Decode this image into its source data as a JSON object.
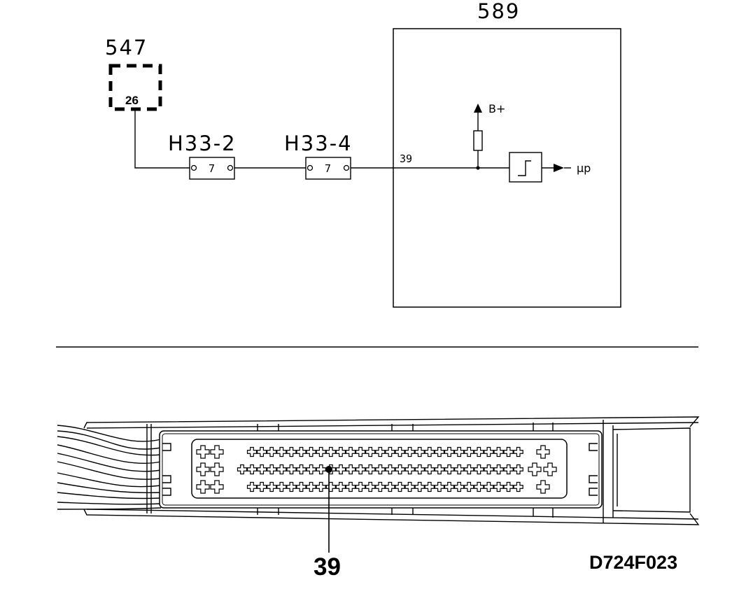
{
  "top": {
    "component_547": {
      "label": "547",
      "pin": "26"
    },
    "connector_1": {
      "label": "H33-2",
      "pin": "7"
    },
    "connector_2": {
      "label": "H33-4",
      "pin": "7"
    },
    "ecu": {
      "label": "589",
      "pin": "39",
      "supply": "B+",
      "output": "µp"
    }
  },
  "bottom": {
    "callout_pin": "39",
    "figure_code": "D724F023"
  }
}
